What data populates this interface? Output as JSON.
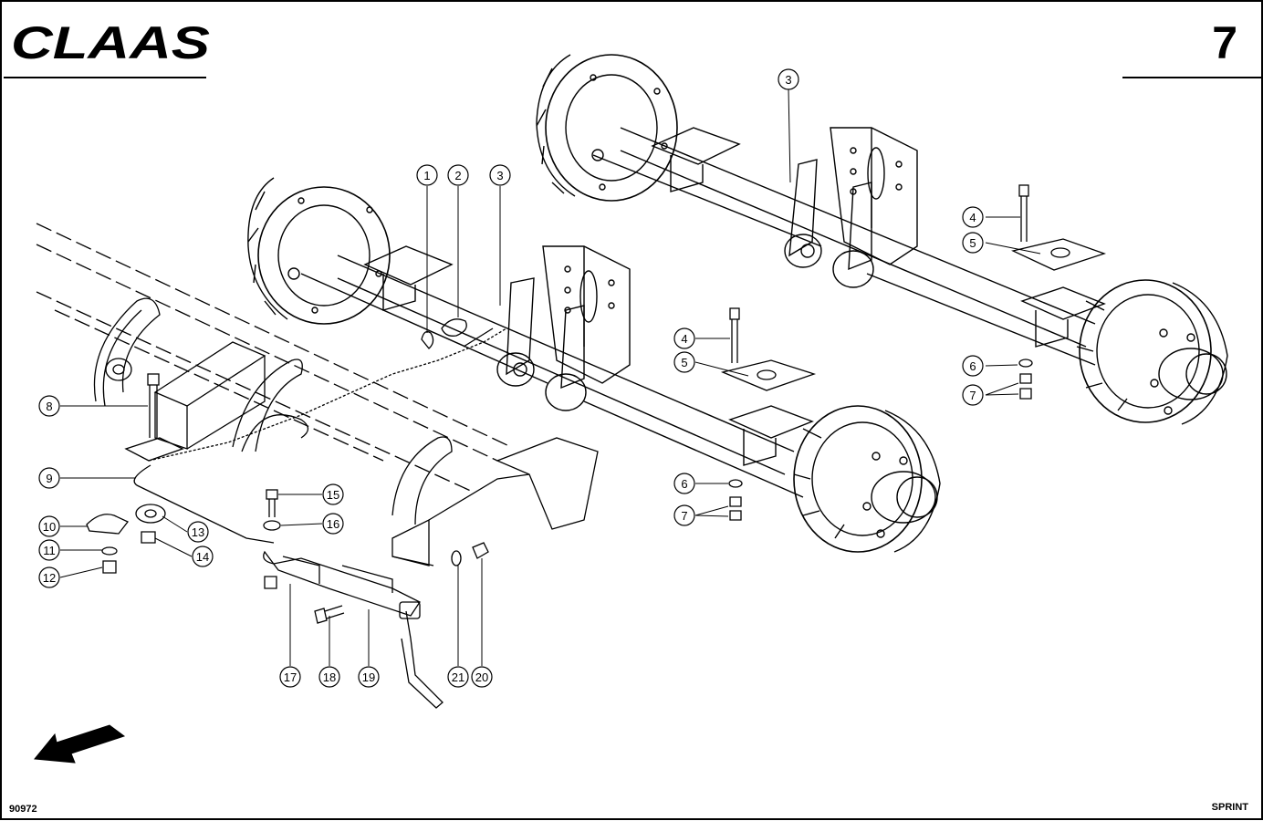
{
  "header": {
    "brand": "CLAAS",
    "page_number": "7"
  },
  "footer": {
    "drawing_number": "90972",
    "model": "SPRINT"
  },
  "callouts": [
    {
      "n": "1"
    },
    {
      "n": "2"
    },
    {
      "n": "3"
    },
    {
      "n": "3"
    },
    {
      "n": "4"
    },
    {
      "n": "4"
    },
    {
      "n": "5"
    },
    {
      "n": "5"
    },
    {
      "n": "6"
    },
    {
      "n": "6"
    },
    {
      "n": "7"
    },
    {
      "n": "7"
    },
    {
      "n": "8"
    },
    {
      "n": "9"
    },
    {
      "n": "10"
    },
    {
      "n": "11"
    },
    {
      "n": "12"
    },
    {
      "n": "13"
    },
    {
      "n": "14"
    },
    {
      "n": "15"
    },
    {
      "n": "16"
    },
    {
      "n": "17"
    },
    {
      "n": "18"
    },
    {
      "n": "19"
    },
    {
      "n": "20"
    },
    {
      "n": "21"
    }
  ],
  "icons": {
    "direction": "direction-arrow-icon"
  }
}
